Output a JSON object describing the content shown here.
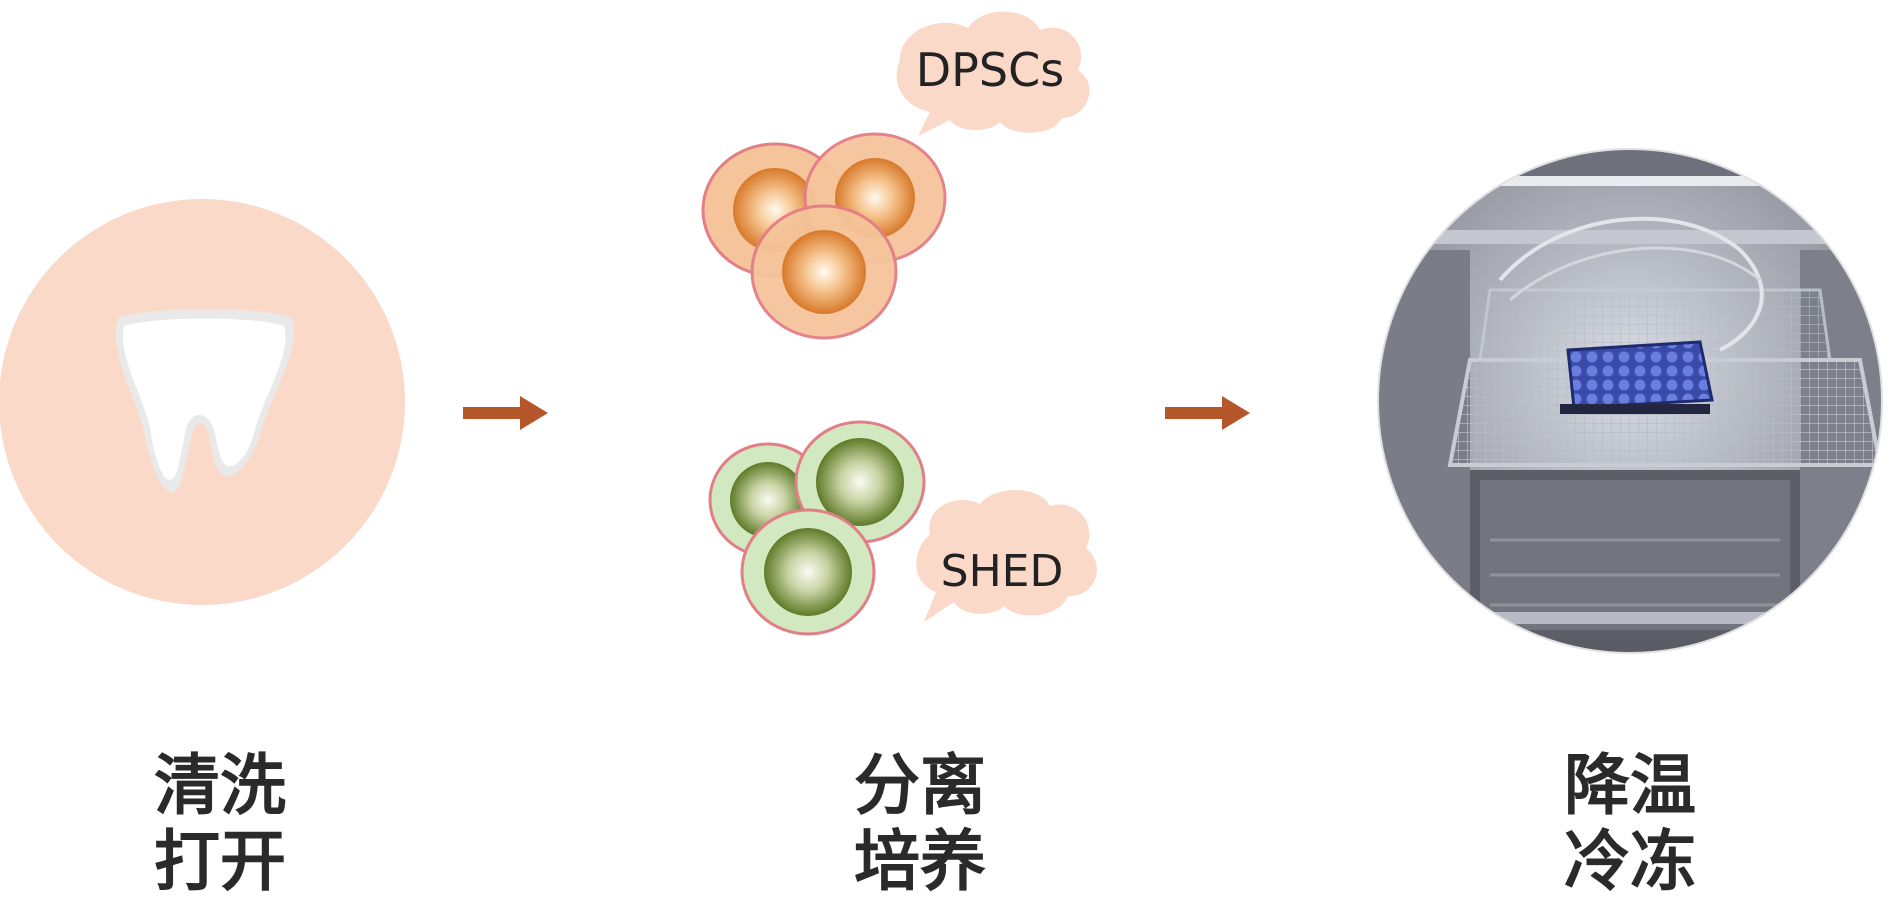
{
  "steps": [
    {
      "line1": "清洗",
      "line2": "打开"
    },
    {
      "line1": "分离",
      "line2": "培养"
    },
    {
      "line1": "降温",
      "line2": "冷冻"
    }
  ],
  "bubbles": {
    "top": "DPSCs",
    "bottom": "SHED"
  },
  "icons": {
    "step1": "tooth-icon",
    "step2_top": "orange-cell-cluster",
    "step2_bottom": "green-cell-cluster",
    "step3": "freezer-photo",
    "arrows": "right-arrow-icon"
  },
  "colors": {
    "tooth_circle": "#fbd9c8",
    "arrow": "#b5562b",
    "orange_cell": "#f5c49a",
    "green_cell": "#d2e8c0",
    "cell_border": "#e37d86",
    "bubble": "#fbd9c8"
  }
}
